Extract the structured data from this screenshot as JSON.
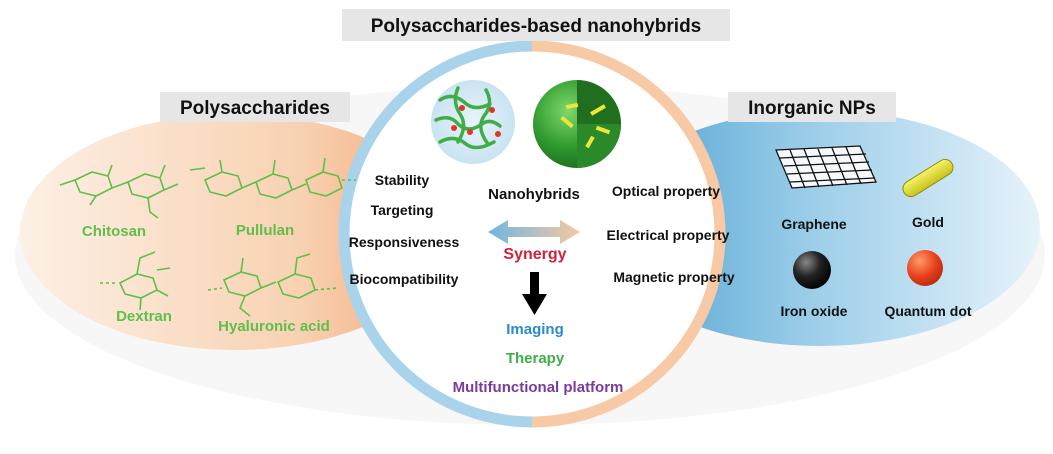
{
  "title": "Polysaccharides-based nanohybrids",
  "left": {
    "header": "Polysaccharides",
    "items": [
      "Chitosan",
      "Pullulan",
      "Dextran",
      "Hyaluronic acid"
    ],
    "properties": [
      "Stability",
      "Targeting",
      "Responsiveness",
      "Biocompatibility"
    ]
  },
  "right": {
    "header": "Inorganic NPs",
    "properties": [
      "Optical property",
      "Electrical property",
      "Magnetic property"
    ],
    "items": [
      "Graphene",
      "Gold",
      "Iron oxide",
      "Quantum dot"
    ]
  },
  "center": {
    "nanohybrids": "Nanohybrids",
    "synergy": "Synergy",
    "outcomes": [
      "Imaging",
      "Therapy",
      "Multifunctional platform"
    ]
  },
  "colors": {
    "left_fill": "#f5b98a",
    "right_fill": "#5fb0dc",
    "ring_left": "#a9d3ea",
    "ring_right": "#f7c9a4",
    "green": "#5fbf4a",
    "synergy": "#d0213a",
    "imaging": "#2a8bc8",
    "therapy": "#3fae49",
    "platform": "#7a3b9a"
  }
}
